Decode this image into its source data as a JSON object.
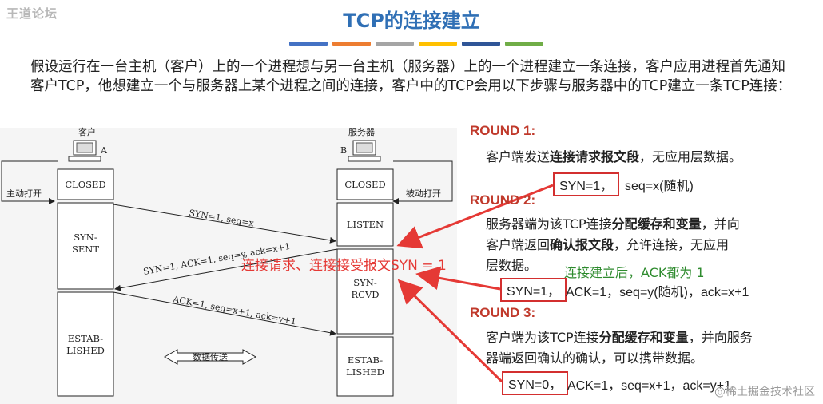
{
  "watermark_top_left": "王道论坛",
  "title": "TCP的连接建立",
  "colors": [
    "#4472c4",
    "#ed7d31",
    "#a5a5a5",
    "#ffc000",
    "#2f5597",
    "#70ad47"
  ],
  "intro": "假设运行在一台主机（客户）上的一个进程想与另一台主机（服务器）上的一个进程建立一条连接，客户应用进程首先通知客户TCP，他想建立一个与服务器上某个进程之间的连接，客户中的TCP会用以下步骤与服务器中的TCP建立一条TCP连接：",
  "diagram": {
    "client_label": "客户",
    "server_label": "服务器",
    "client_id": "A",
    "server_id": "B",
    "active_open": "主动打开",
    "passive_open": "被动打开",
    "client_states": [
      "CLOSED",
      "SYN-",
      "SENT",
      "ESTAB-",
      "LISHED"
    ],
    "server_states": [
      "CLOSED",
      "LISTEN",
      "SYN-",
      "RCVD",
      "ESTAB-",
      "LISHED"
    ],
    "msg1": "SYN=1, seq=x",
    "msg2": "SYN=1, ACK=1, seq=y, ack=x+1",
    "msg3": "ACK=1, seq=x+1, ack=y+1",
    "data_transfer": "数据传送"
  },
  "red_note": "连接请求、连接接受报文SYN = 1",
  "green_note": "连接建立后，ACK都为 1",
  "rounds": {
    "r1": {
      "title": "ROUND 1:",
      "text_pre": "客户端发送",
      "text_bold": "连接请求报文段",
      "text_post": "，无应用层数据。",
      "boxed": "SYN=1，",
      "after": "seq=x(随机)"
    },
    "r2": {
      "title": "ROUND 2:",
      "line1_pre": "服务器端为该TCP连接",
      "line1_bold": "分配缓存和变量",
      "line1_post": "，并向",
      "line2_pre": "客户端返回",
      "line2_bold": "确认报文段",
      "line2_post": "，允许连接，无应用",
      "line3": "层数据。",
      "boxed": "SYN=1，",
      "after": "ACK=1，seq=y(随机)，ack=x+1"
    },
    "r3": {
      "title": "ROUND 3:",
      "line1_pre": "客户端为该TCP连接",
      "line1_bold": "分配缓存和变量",
      "line1_post": "，并向服务",
      "line2": "器端返回确认的确认，可以携带数据。",
      "boxed": "SYN=0，",
      "after": "ACK=1，seq=x+1，ack=y+1"
    }
  },
  "watermark_bottom_right": "@稀土掘金技术社区"
}
